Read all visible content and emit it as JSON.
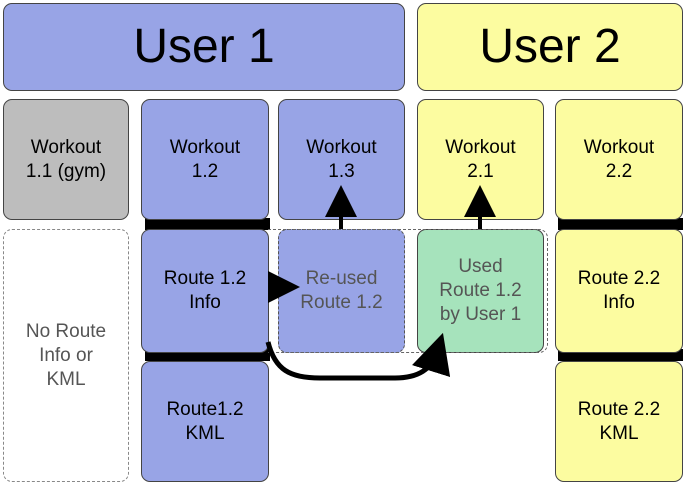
{
  "users": {
    "user1": "User 1",
    "user2": "User 2"
  },
  "workouts": {
    "w11": "Workout\n1.1 (gym)",
    "w12": "Workout\n1.2",
    "w13": "Workout\n1.3",
    "w21": "Workout\n2.1",
    "w22": "Workout\n2.2"
  },
  "routes": {
    "none": "No Route\nInfo or\nKML",
    "r12_info": "Route 1.2\nInfo",
    "r12_reused": "Re-used\nRoute 1.2",
    "r12_used_by_user1": "Used\nRoute 1.2\nby User 1",
    "r22_info": "Route 2.2\nInfo",
    "r12_kml": "Route1.2\nKML",
    "r22_kml": "Route 2.2\nKML"
  },
  "colors": {
    "user1": "#98a4e6",
    "user2": "#fcfca0",
    "gym": "#bdbdbd",
    "shared": "#a6e3bc"
  }
}
